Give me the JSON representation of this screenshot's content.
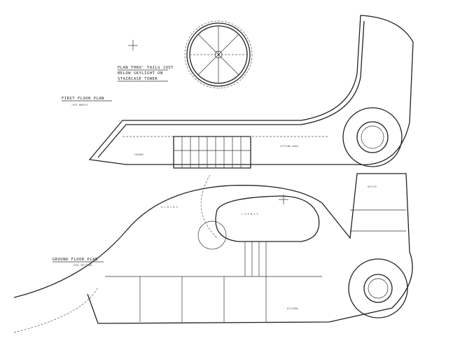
{
  "drawing": {
    "tower_note": [
      "PLAN THRO' TAILS JUST",
      "BELOW SKYLIGHT ON",
      "STAIRCASE TOWER"
    ],
    "first_floor": {
      "title": "FIRST FLOOR PLAN",
      "subtitle": "(SEE BROCH)"
    },
    "ground_floor": {
      "title": "GROUND FLOOR PLAN",
      "subtitle": "(SEE SECTION)"
    }
  }
}
